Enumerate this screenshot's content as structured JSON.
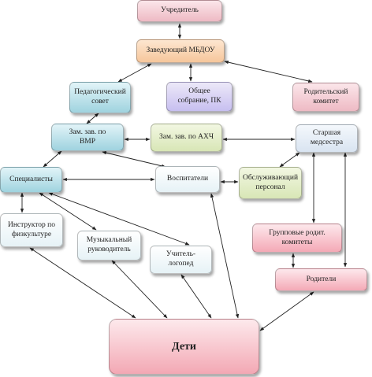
{
  "nodes": {
    "uchreditel": "Учредитель",
    "zaveduyushchiy": "Заведующий МБДОУ",
    "ped_sovet": "Педагогический\nсовет",
    "obshchee_sobranie": "Общее\nсобрание, ПК",
    "roditelskiy_komitet": "Родительский\nкомитет",
    "zam_vmr": "Зам. зав. по\nВМР",
    "zam_ahch": "Зам. зав. по АХЧ",
    "starshaya_medsestra": "Старшая\nмедсестра",
    "specialisty": "Специалисты",
    "vospitateli": "Воспитатели",
    "obsluzhivayushchiy": "Обслуживающий\nперсонал",
    "instruktor": "Инструктор по\nфизкультуре",
    "muzykalnyy": "Музыкальный\nруководитель",
    "logoped": "Учитель-\nлогопед",
    "gruppovye_komitety": "Групповые родит.\nкомитеты",
    "roditeli": "Родители",
    "deti": "Дети"
  },
  "colors": {
    "line": "#222222"
  }
}
